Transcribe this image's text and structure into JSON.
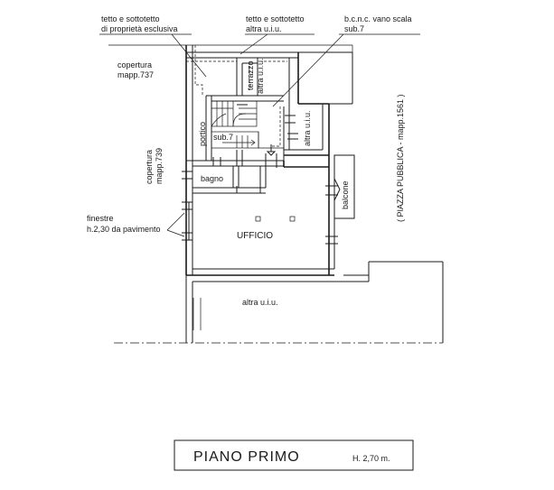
{
  "labels": {
    "tetto_esclusiva_1": "tetto e sottotetto",
    "tetto_esclusiva_2": "di proprietà esclusiva",
    "tetto_altra_1": "tetto e sottotetto",
    "tetto_altra_2": "altra u.i.u.",
    "bcnc_1": "b.c.n.c. vano scala",
    "bcnc_2": "sub.7",
    "copertura737_1": "copertura",
    "copertura737_2": "mapp.737",
    "terrazzo": "terrazzo",
    "terrazzo_altra": "altra u.i.u.",
    "altra_right": "altra u.i.u.",
    "portico": "portico",
    "sub7": "sub.7",
    "copertura739_1": "copertura",
    "copertura739_2": "mapp.739",
    "bagno": "bagno",
    "balcone": "balcone",
    "piazza": "( PIAZZA PUBBLICA  -  mapp.1561 )",
    "finestre_1": "finestre",
    "finestre_2": "h.2,30 da pavimento",
    "ufficio": "UFFICIO",
    "altra_bottom": "altra u.i.u."
  },
  "title_block": {
    "title": "PIANO  PRIMO",
    "height": "H. 2,70 m."
  }
}
